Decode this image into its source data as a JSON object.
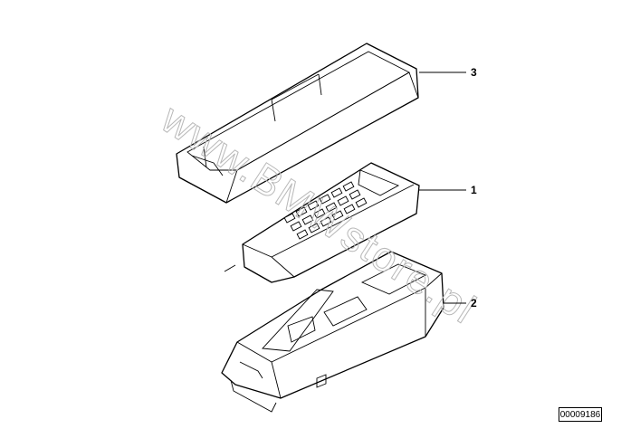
{
  "watermark": "www.BMWstore.pl",
  "callouts": [
    {
      "number": "3",
      "part": "cradle-cover"
    },
    {
      "number": "1",
      "part": "handset"
    },
    {
      "number": "2",
      "part": "base-holder"
    }
  ],
  "reference_number": "00009186"
}
